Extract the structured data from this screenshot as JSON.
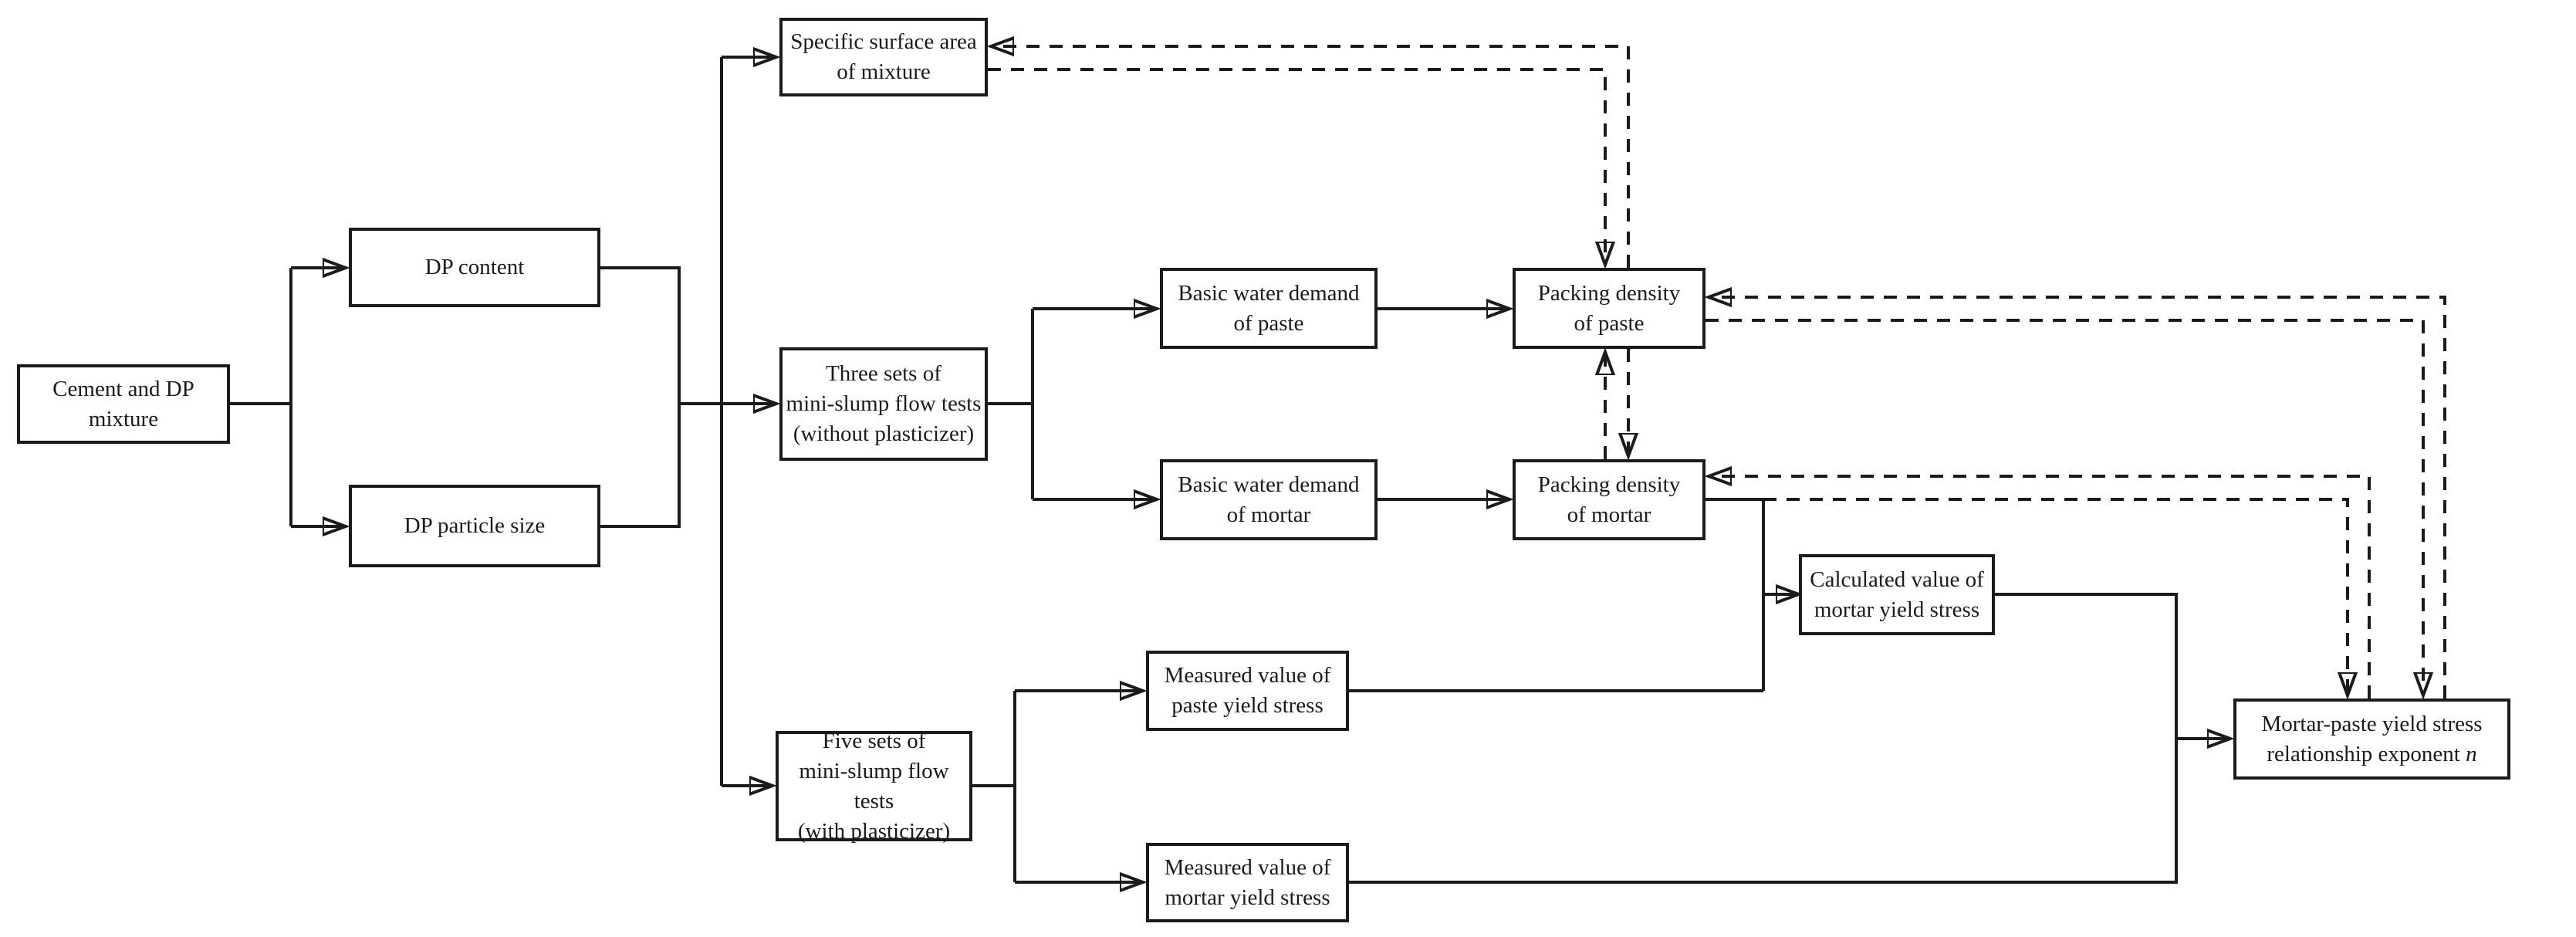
{
  "figure": {
    "type": "flowchart",
    "background_color": "#ffffff",
    "line_color": "#1b1b1b",
    "nodes": {
      "cement": {
        "label": "Cement and DP\nmixture"
      },
      "dp_content": {
        "label": "DP content"
      },
      "dp_particle_size": {
        "label": "DP particle size"
      },
      "specific_surface": {
        "label": "Specific surface area\nof mixture"
      },
      "three_sets": {
        "label": "Three sets of\nmini-slump flow tests\n(without plasticizer)"
      },
      "five_sets": {
        "label": "Five sets of\nmini-slump flow tests\n(with plasticizer)"
      },
      "bwd_paste": {
        "label": "Basic water demand\nof paste"
      },
      "bwd_mortar": {
        "label": "Basic water demand\nof mortar"
      },
      "packing_paste": {
        "label": "Packing density\nof paste"
      },
      "packing_mortar": {
        "label": "Packing density\nof mortar"
      },
      "calculated_mortar_yield": {
        "label": "Calculated value of\nmortar yield stress"
      },
      "measured_paste_yield": {
        "label": "Measured value of\npaste yield stress"
      },
      "measured_mortar_yield": {
        "label": "Measured value of\nmortar yield stress"
      },
      "exponent": {
        "label": "Mortar-paste yield stress\nrelationship exponent ",
        "suffix_italic": "n"
      }
    },
    "connections": {
      "solid": [
        {
          "from": "cement",
          "to": "dp_content"
        },
        {
          "from": "cement",
          "to": "dp_particle_size"
        },
        {
          "from": "dp_content",
          "to": "merge"
        },
        {
          "from": "dp_particle_size",
          "to": "merge"
        },
        {
          "from": "merge",
          "to": "specific_surface"
        },
        {
          "from": "merge",
          "to": "three_sets"
        },
        {
          "from": "merge",
          "to": "five_sets"
        },
        {
          "from": "three_sets",
          "to": "bwd_paste"
        },
        {
          "from": "three_sets",
          "to": "bwd_mortar"
        },
        {
          "from": "bwd_paste",
          "to": "packing_paste"
        },
        {
          "from": "bwd_mortar",
          "to": "packing_mortar"
        },
        {
          "from": "five_sets",
          "to": "measured_paste_yield"
        },
        {
          "from": "five_sets",
          "to": "measured_mortar_yield"
        },
        {
          "from": "packing_mortar",
          "to": "calculated_mortar_yield"
        },
        {
          "from": "measured_paste_yield",
          "to": "calculated_mortar_yield"
        },
        {
          "from": "calculated_mortar_yield",
          "to": "exponent"
        },
        {
          "from": "measured_mortar_yield",
          "to": "exponent"
        }
      ],
      "dashed": [
        {
          "from": "specific_surface",
          "to": "packing_paste"
        },
        {
          "from": "packing_paste",
          "to": "specific_surface"
        },
        {
          "from": "packing_mortar",
          "to": "packing_paste"
        },
        {
          "from": "packing_paste",
          "to": "packing_mortar"
        },
        {
          "from": "exponent",
          "to": "packing_paste"
        },
        {
          "from": "packing_paste",
          "to": "exponent"
        },
        {
          "from": "exponent",
          "to": "packing_mortar"
        },
        {
          "from": "packing_mortar",
          "to": "exponent"
        }
      ]
    }
  }
}
